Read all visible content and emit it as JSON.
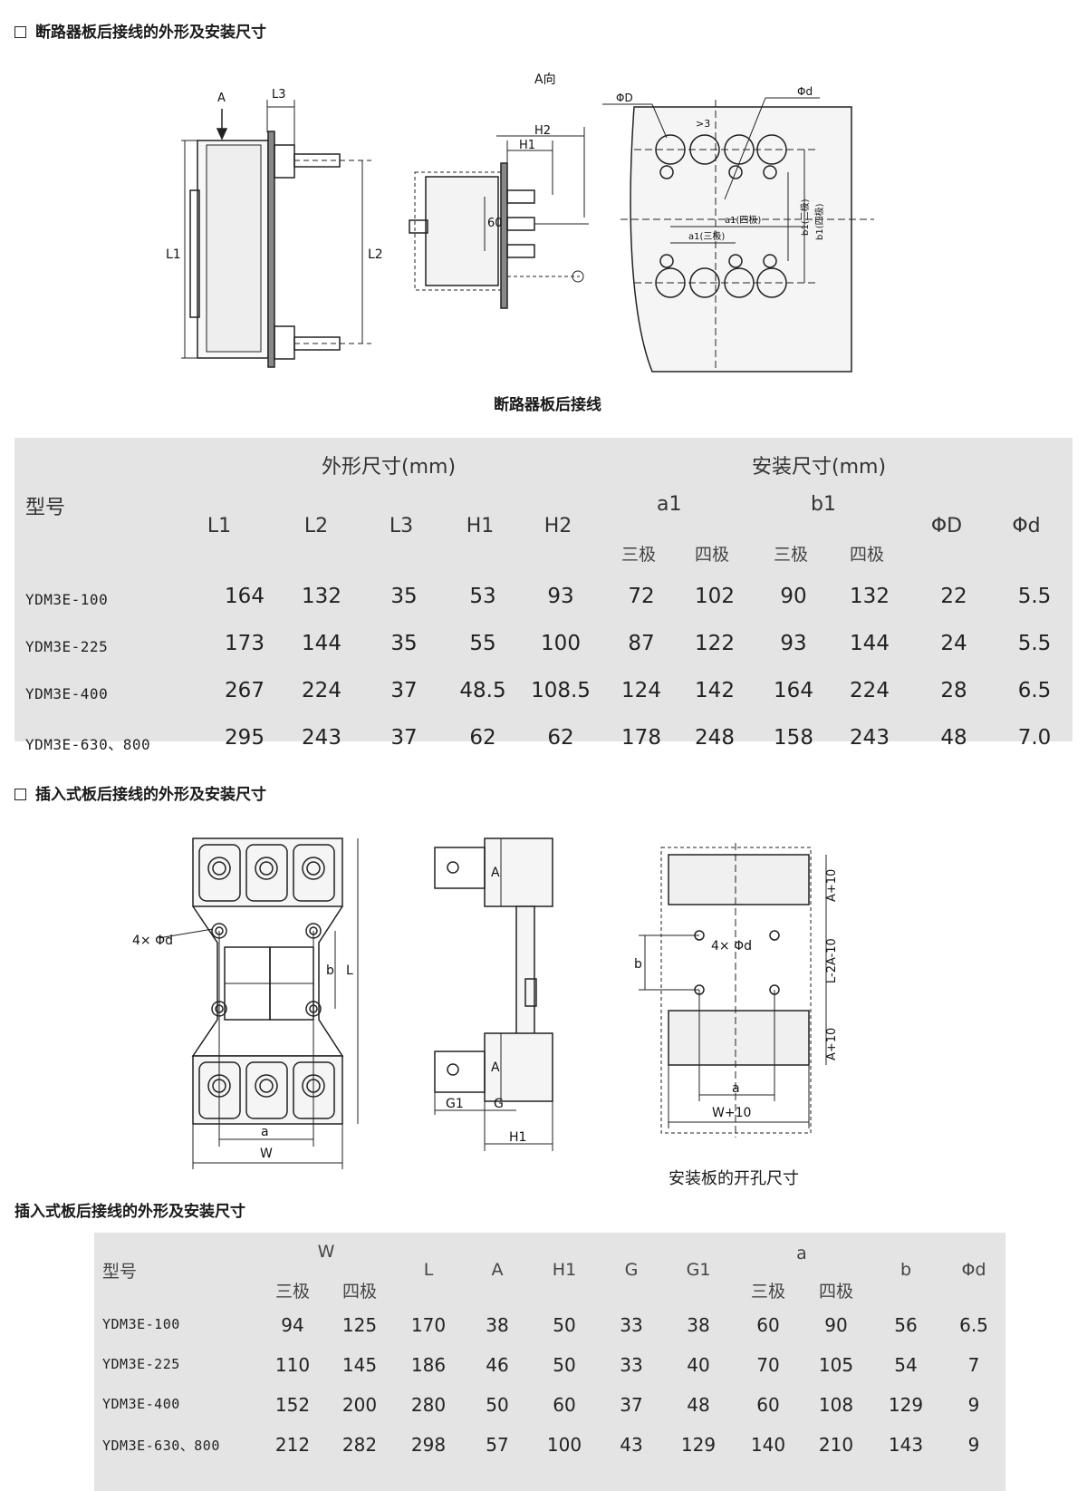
{
  "section1": {
    "heading": "断路器板后接线的外形及安装尺寸",
    "caption": "断路器板后接线",
    "diagram_labels": {
      "A": "A",
      "L3": "L3",
      "L1": "L1",
      "L2": "L2",
      "a_view": "A向",
      "H2": "H2",
      "H1": "H1",
      "sixty": "60",
      "phiD": "ΦD",
      "phid": "Φd",
      "gt3": ">3",
      "a1_four": "a1(四极)",
      "a1_three": "a1(三极)",
      "b1_three": "b1(三极)",
      "b1_four": "b1(四极)"
    }
  },
  "table1": {
    "model_header": "型号",
    "group_outline": "外形尺寸(mm)",
    "group_install": "安装尺寸(mm)",
    "cols": [
      "L1",
      "L2",
      "L3",
      "H1",
      "H2"
    ],
    "a1": "a1",
    "b1": "b1",
    "three": "三极",
    "four": "四极",
    "phiD": "ΦD",
    "phid": "Φd",
    "rows": [
      [
        "YDM3E-100",
        "164",
        "132",
        "35",
        "53",
        "93",
        "72",
        "102",
        "90",
        "132",
        "22",
        "5.5"
      ],
      [
        "YDM3E-225",
        "173",
        "144",
        "35",
        "55",
        "100",
        "87",
        "122",
        "93",
        "144",
        "24",
        "5.5"
      ],
      [
        "YDM3E-400",
        "267",
        "224",
        "37",
        "48.5",
        "108.5",
        "124",
        "142",
        "164",
        "224",
        "28",
        "6.5"
      ],
      [
        "YDM3E-630、800",
        "295",
        "243",
        "37",
        "62",
        "62",
        "178",
        "248",
        "158",
        "243",
        "48",
        "7.0"
      ]
    ]
  },
  "section2": {
    "heading": "插入式板后接线的外形及安装尺寸",
    "caption": "安装板的开孔尺寸",
    "diagram_labels": {
      "four_phid": "4× Φd",
      "b": "b",
      "L": "L",
      "a": "a",
      "W": "W",
      "A": "A",
      "G1": "G1",
      "G": "G",
      "H1": "H1",
      "A10": "A+10",
      "L2A10": "L-2A-10",
      "W10": "W+10"
    }
  },
  "table2": {
    "title": "插入式板后接线的外形及安装尺寸",
    "model_header": "型号",
    "W": "W",
    "L": "L",
    "A": "A",
    "H1": "H1",
    "G": "G",
    "G1": "G1",
    "a": "a",
    "b": "b",
    "phid": "Φd",
    "three": "三极",
    "four": "四极",
    "rows": [
      [
        "YDM3E-100",
        "94",
        "125",
        "170",
        "38",
        "50",
        "33",
        "38",
        "60",
        "90",
        "56",
        "6.5"
      ],
      [
        "YDM3E-225",
        "110",
        "145",
        "186",
        "46",
        "50",
        "33",
        "40",
        "70",
        "105",
        "54",
        "7"
      ],
      [
        "YDM3E-400",
        "152",
        "200",
        "280",
        "50",
        "60",
        "37",
        "48",
        "60",
        "108",
        "129",
        "9"
      ],
      [
        "YDM3E-630、800",
        "212",
        "282",
        "298",
        "57",
        "100",
        "43",
        "129",
        "140",
        "210",
        "143",
        "9"
      ]
    ]
  }
}
